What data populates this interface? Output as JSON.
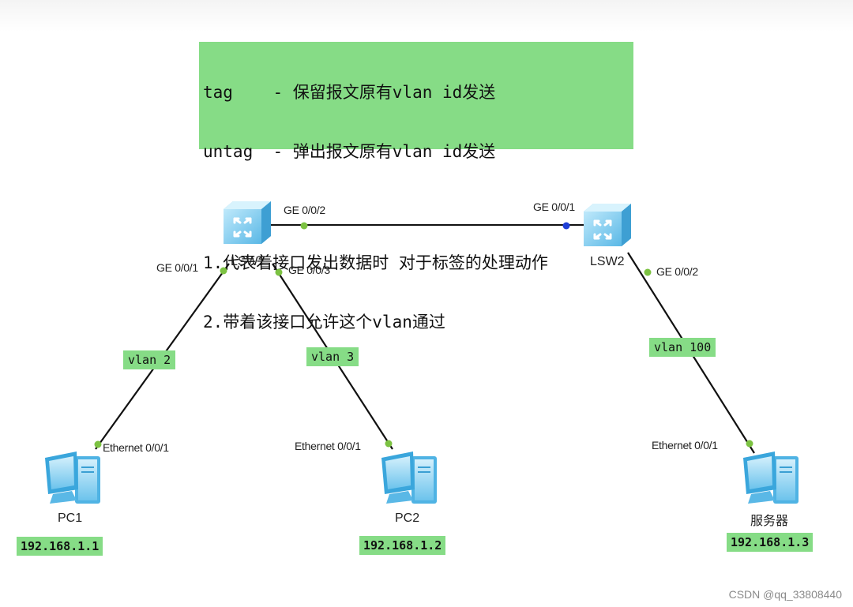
{
  "note": {
    "lines": [
      "tag    - 保留报文原有vlan id发送",
      "untag  - 弹出报文原有vlan id发送",
      "1.代表着接口发出数据时 对于标签的处理动作",
      "2.带着该接口允许这个vlan通过"
    ]
  },
  "devices": {
    "lsw1": "LSW1",
    "lsw2": "LSW2",
    "pc1": "PC1",
    "pc2": "PC2",
    "server": "服务器"
  },
  "ports": {
    "lsw1_g2": "GE 0/0/2",
    "lsw2_g1": "GE 0/0/1",
    "lsw1_g1": "GE 0/0/1",
    "lsw1_g3": "GE 0/0/3",
    "lsw2_g2": "GE 0/0/2",
    "pc1_eth": "Ethernet 0/0/1",
    "pc2_eth": "Ethernet 0/0/1",
    "server_eth": "Ethernet 0/0/1"
  },
  "vlans": {
    "pc1_link": "vlan 2",
    "pc2_link": "vlan 3",
    "server_link": "vlan 100"
  },
  "ips": {
    "pc1": "192.168.1.1",
    "pc2": "192.168.1.2",
    "server": "192.168.1.3"
  },
  "colors": {
    "label_fill": "#86dc86",
    "port_up": "#7cc242",
    "port_active": "#1f3fd6",
    "link": "#111111"
  },
  "watermark": "CSDN @qq_33808440"
}
